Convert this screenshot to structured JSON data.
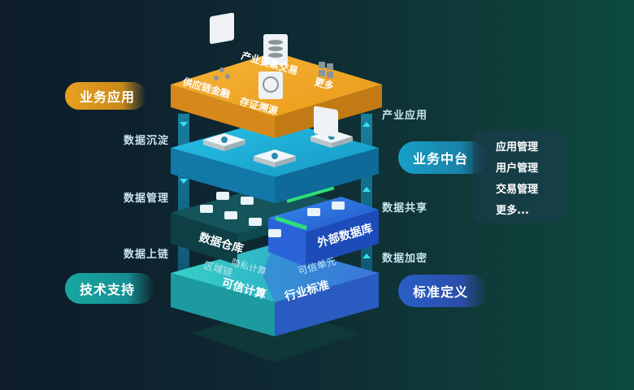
{
  "left_pills": {
    "business_app": "业务应用",
    "tech_support": "技术支持"
  },
  "right_pills": {
    "business_center": "业务中台",
    "standard_def": "标准定义"
  },
  "side_labels": {
    "data_settle": "数据沉淀",
    "data_manage": "数据管理",
    "data_onchain": "数据上链",
    "industry_app": "产业应用",
    "data_share": "数据共享",
    "data_encrypt": "数据加密"
  },
  "menu": [
    "应用管理",
    "用户管理",
    "交易管理",
    "更多..."
  ],
  "top_layer": {
    "supply_chain": "供应链金融",
    "element_trade": "产业要素交易",
    "more": "更多",
    "traceability": "存证溯源"
  },
  "data_layer": {
    "warehouse": "数据仓库",
    "external_db": "外部数据库"
  },
  "base_layer": {
    "trusted_compute": "可信计算",
    "industry_standard": "行业标准",
    "regional_chain": "区域链",
    "privacy_compute": "隐私计算",
    "trusted_unit": "可信单元"
  },
  "colors": {
    "orange": "#f0a020",
    "cyan": "#1ab5d8",
    "teal_dark": "#0f4f55",
    "blue": "#2a6cd8",
    "teal_base": "#2ec0c0"
  }
}
